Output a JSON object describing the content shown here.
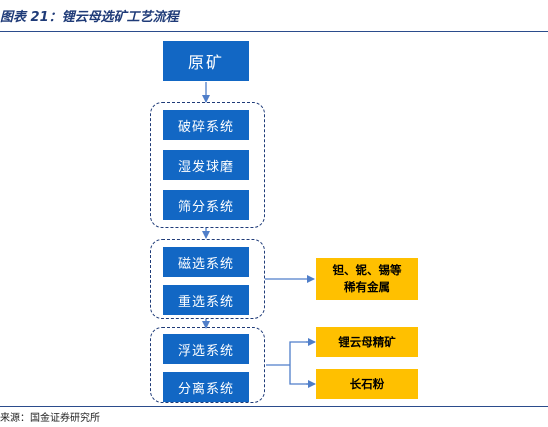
{
  "figure": {
    "title": "图表 21：锂云母选矿工艺流程",
    "source": "来源：国金证券研究所"
  },
  "flow": {
    "top": "原矿",
    "group1": [
      "破碎系统",
      "湿发球磨",
      "筛分系统"
    ],
    "group2": [
      "磁选系统",
      "重选系统"
    ],
    "group3": [
      "浮选系统",
      "分离系统"
    ],
    "output_magnetic": [
      "钽、铌、锡等",
      "稀有金属"
    ],
    "output_flotation_1": "锂云母精矿",
    "output_flotation_2": "长石粉"
  },
  "colors": {
    "process_box": "#1267c4",
    "output_box": "#ffc000",
    "group_border": "#1f3b78",
    "arrow": "#4f7ec9"
  }
}
